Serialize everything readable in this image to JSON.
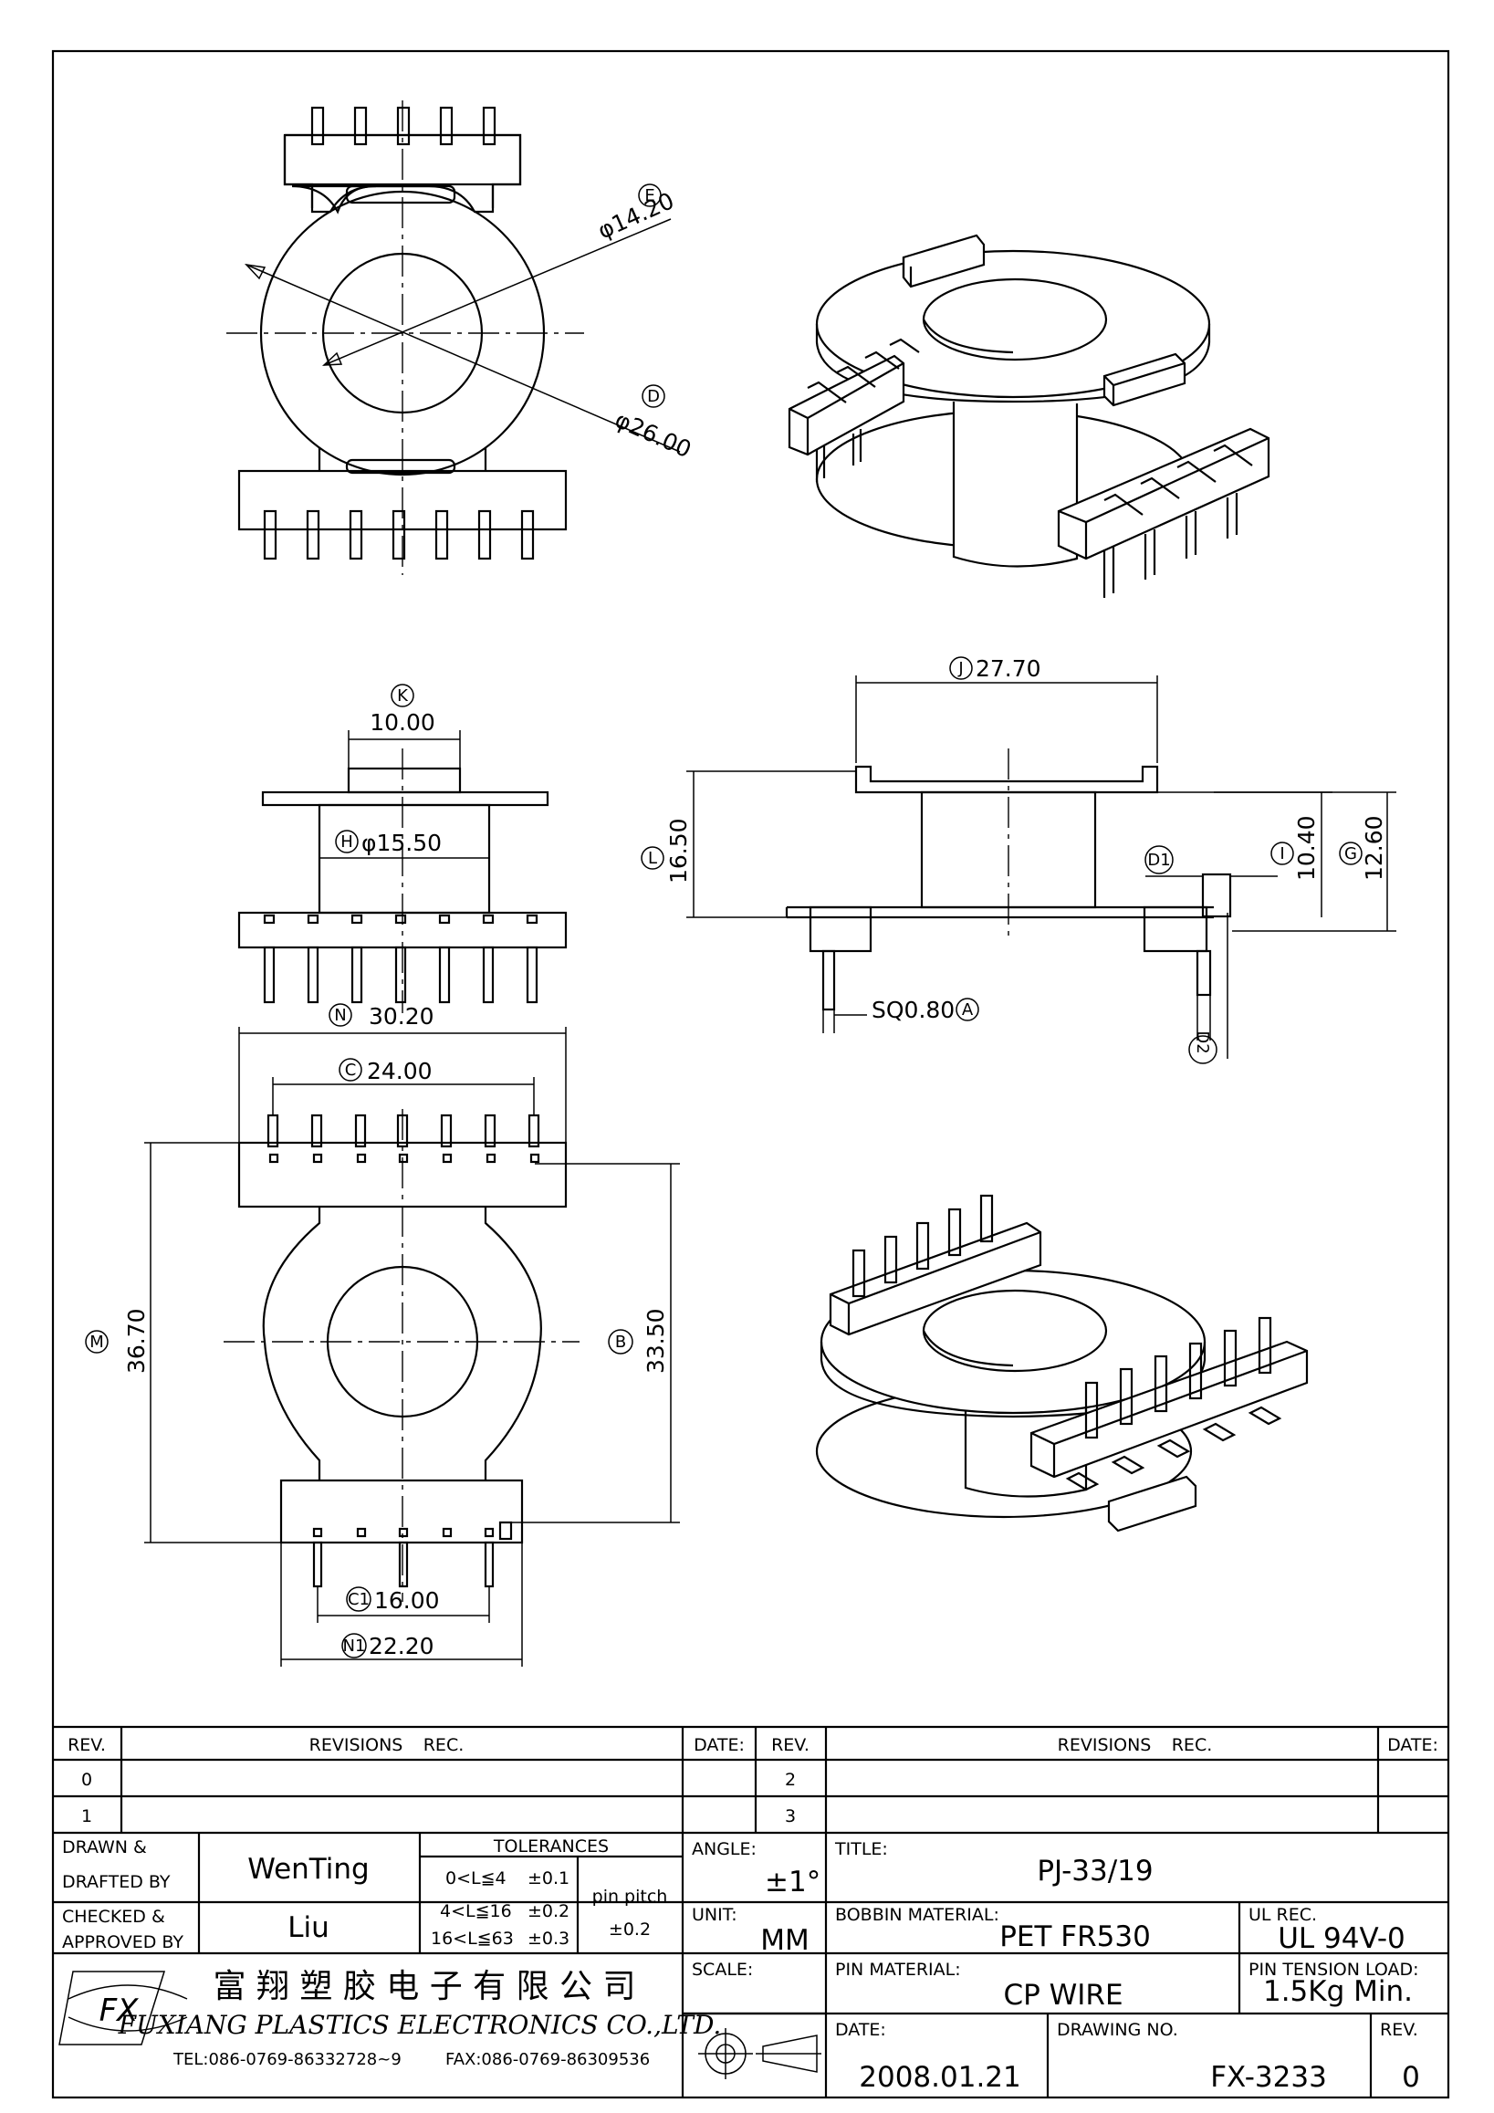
{
  "dimensions": {
    "e_label": "E",
    "e_value": "φ14.20",
    "d_label": "D",
    "d_value": "φ26.00",
    "k_label": "K",
    "k_value": "10.00",
    "h_label": "H",
    "h_value": "φ15.50",
    "j_label": "J",
    "j_value": "27.70",
    "l_label": "L",
    "l_value": "16.50",
    "i_label": "I",
    "i_value": "10.40",
    "g_label": "G",
    "g_value": "12.60",
    "d1_label": "D1",
    "d2_label": "D2",
    "a_label": "A",
    "a_value": "SQ0.80",
    "n_label": "N",
    "n_value": "30.20",
    "c_label": "C",
    "c_value": "24.00",
    "m_label": "M",
    "m_value": "36.70",
    "b_label": "B",
    "b_value": "33.50",
    "c1_label": "C1",
    "c1_value": "16.00",
    "n1_label": "N1",
    "n1_value": "22.20"
  },
  "title_block": {
    "rev_header": "REV.",
    "revisions_header": "REVISIONS",
    "rec_header": "REC.",
    "date_header": "DATE:",
    "revs_left": [
      "0",
      "1"
    ],
    "revs_right": [
      "2",
      "3"
    ],
    "drawn_label_1": "DRAWN &",
    "drawn_label_2": "DRAFTED BY",
    "drawn_by": "WenTing",
    "checked_label_1": "CHECKED &",
    "checked_label_2": "APPROVED BY",
    "checked_by": "Liu",
    "tolerances_header": "TOLERANCES",
    "tol_1": "0<L≦4",
    "tol_1_val": "±0.1",
    "tol_2": "4<L≦16",
    "tol_2_val": "±0.2",
    "tol_3": "16<L≦63",
    "tol_3_val": "±0.3",
    "pin_pitch_label": "pin pitch",
    "pin_pitch_val": "±0.2",
    "angle_label": "ANGLE:",
    "angle_val": "±1°",
    "unit_label": "UNIT:",
    "unit_val": "MM",
    "scale_label": "SCALE:",
    "title_label": "TITLE:",
    "title_val": "PJ-33/19",
    "bobbin_material_label": "BOBBIN MATERIAL:",
    "bobbin_material_val": "PET FR530",
    "ul_rec_label": "UL REC.",
    "ul_rec_val": "UL 94V-0",
    "pin_material_label": "PIN MATERIAL:",
    "pin_material_val": "CP WIRE",
    "pin_tension_label": "PIN TENSION LOAD:",
    "pin_tension_val": "1.5Kg Min.",
    "date_label": "DATE:",
    "date_val": "2008.01.21",
    "drawing_no_label": "DRAWING NO.",
    "drawing_no_val": "FX-3233",
    "rev_label": "REV.",
    "rev_val": "0",
    "company_cn": "富 翔 塑 胶 电 子 有 限 公 司",
    "company_en": "FUXIANG PLASTICS ELECTRONICS CO.,LTD.",
    "company_tel": "TEL:086-0769-86332728~9",
    "company_fax": "FAX:086-0769-86309536",
    "logo_text": "FX"
  }
}
